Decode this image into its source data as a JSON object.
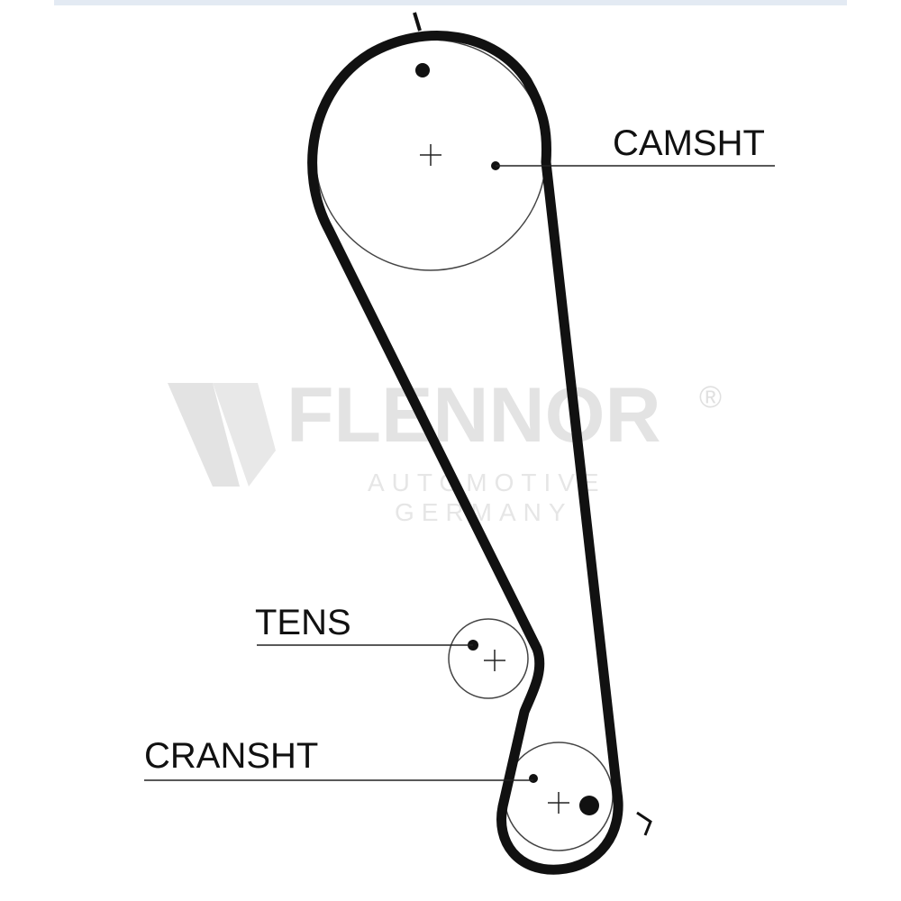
{
  "labels": {
    "camshaft": "CAMSHT",
    "tensioner": "TENS",
    "crankshaft": "CRANSHT"
  },
  "watermark": {
    "brand": "FLENNOR",
    "registered": "®",
    "line1": "AUTOMOTIVE",
    "line2": "GERMANY"
  },
  "colors": {
    "belt": "#111111",
    "pulley_outline": "#444444",
    "watermark": "#e3e3e3"
  }
}
